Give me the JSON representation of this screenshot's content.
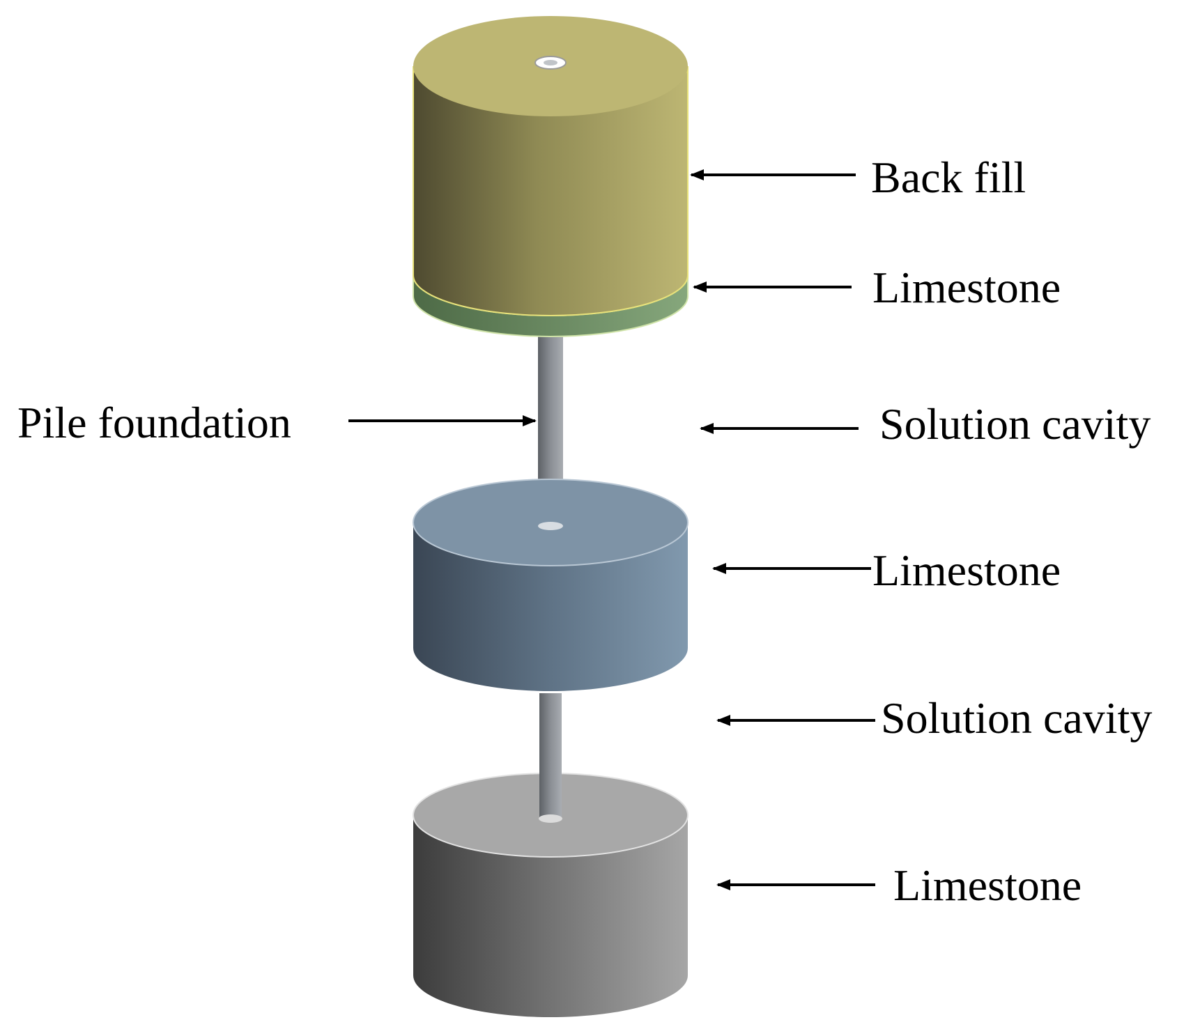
{
  "labels": {
    "back_fill": "Back fill",
    "limestone_top": "Limestone",
    "solution_cavity_upper": "Solution cavity",
    "pile_foundation": "Pile foundation",
    "limestone_middle": "Limestone",
    "solution_cavity_lower": "Solution cavity",
    "limestone_bottom": "Limestone"
  },
  "colors": {
    "back_fill_light": "#bdb673",
    "back_fill_dark": "#4e4a30",
    "limestone_top_light": "#86a77c",
    "limestone_top_dark": "#4d6a46",
    "limestone_middle_light": "#7f97ab",
    "limestone_middle_dark": "#3a4654",
    "limestone_bottom_light": "#a4a4a4",
    "limestone_bottom_dark": "#3c3c3c",
    "pile": "#7e8288",
    "arrow": "#000000"
  }
}
